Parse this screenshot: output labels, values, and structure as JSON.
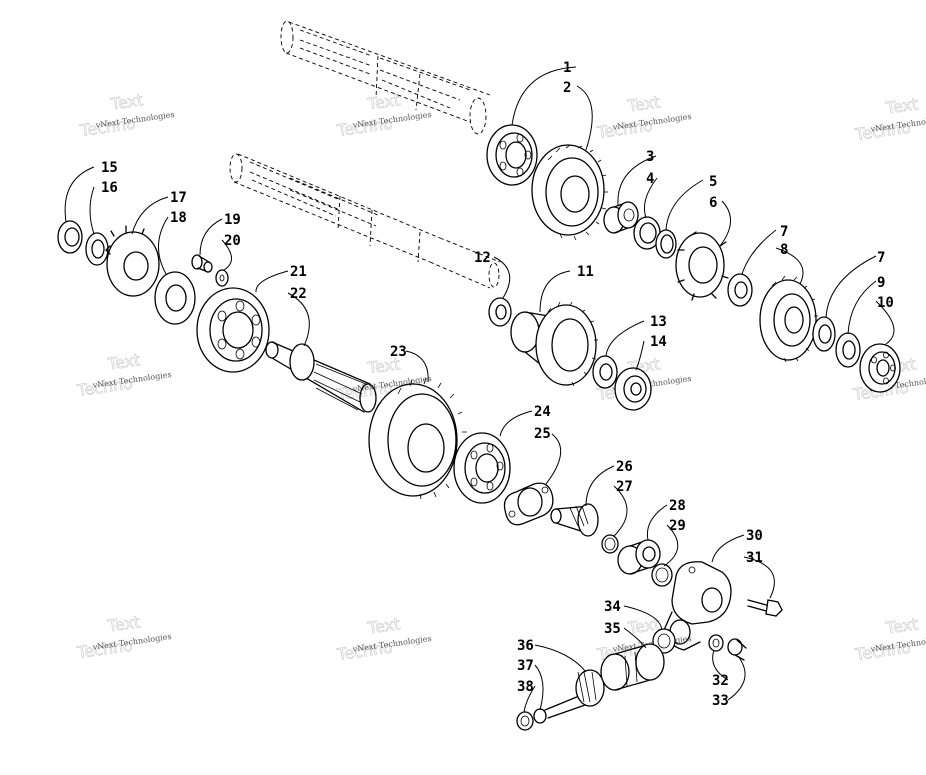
{
  "labels": [
    "1",
    "2",
    "3",
    "4",
    "5",
    "6",
    "7",
    "8",
    "9",
    "10",
    "11",
    "12",
    "13",
    "14",
    "15",
    "16",
    "17",
    "18",
    "19",
    "20",
    "21",
    "22",
    "23",
    "24",
    "25",
    "26",
    "27",
    "28",
    "29",
    "30",
    "31",
    "32",
    "33",
    "34",
    "35",
    "36",
    "37",
    "38"
  ],
  "watermark": {
    "text": "vNext Technologies",
    "ghost": "Text",
    "ghost2": "Techno"
  }
}
